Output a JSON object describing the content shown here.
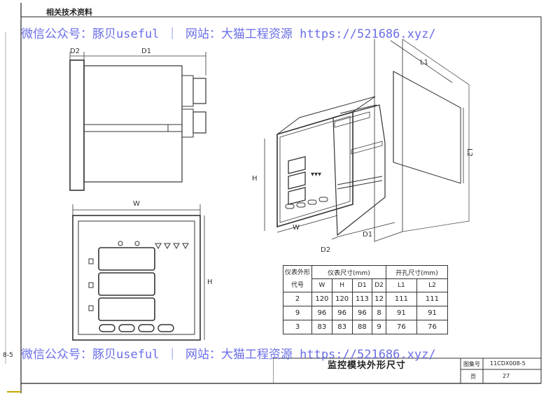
{
  "header": {
    "label": "相关技术资料"
  },
  "watermark": {
    "text": "微信公众号：豚贝useful ｜ 网站：大猫工程资源 https://521686.xyz/"
  },
  "margin_marks": {
    "left_page_no": "8-5"
  },
  "side_view": {
    "labels": {
      "d2": "D2",
      "d1": "D1"
    }
  },
  "front_view": {
    "labels": {
      "w": "W",
      "h": "H"
    }
  },
  "iso_view": {
    "labels": {
      "l1": "L1",
      "l2": "L2",
      "h": "H",
      "w": "W",
      "d1": "D1",
      "d2": "D2"
    }
  },
  "spec_table": {
    "group_header": "仪表外形代号",
    "instrument_header": "仪表尺寸(mm)",
    "cutout_header": "开孔尺寸(mm)",
    "columns": [
      "W",
      "H",
      "D1",
      "D2",
      "L1",
      "L2"
    ],
    "rows": [
      {
        "code": "2",
        "values": [
          "120",
          "120",
          "113",
          "12",
          "111",
          "111"
        ]
      },
      {
        "code": "9",
        "values": [
          "96",
          "96",
          "96",
          "8",
          "91",
          "91"
        ]
      },
      {
        "code": "3",
        "values": [
          "83",
          "83",
          "88",
          "9",
          "76",
          "76"
        ]
      }
    ]
  },
  "title_block": {
    "title": "监控模块外形尺寸",
    "atlas_label": "图集号",
    "atlas_no": "11CDX008-5",
    "page_label": "页",
    "page_no": "27"
  }
}
